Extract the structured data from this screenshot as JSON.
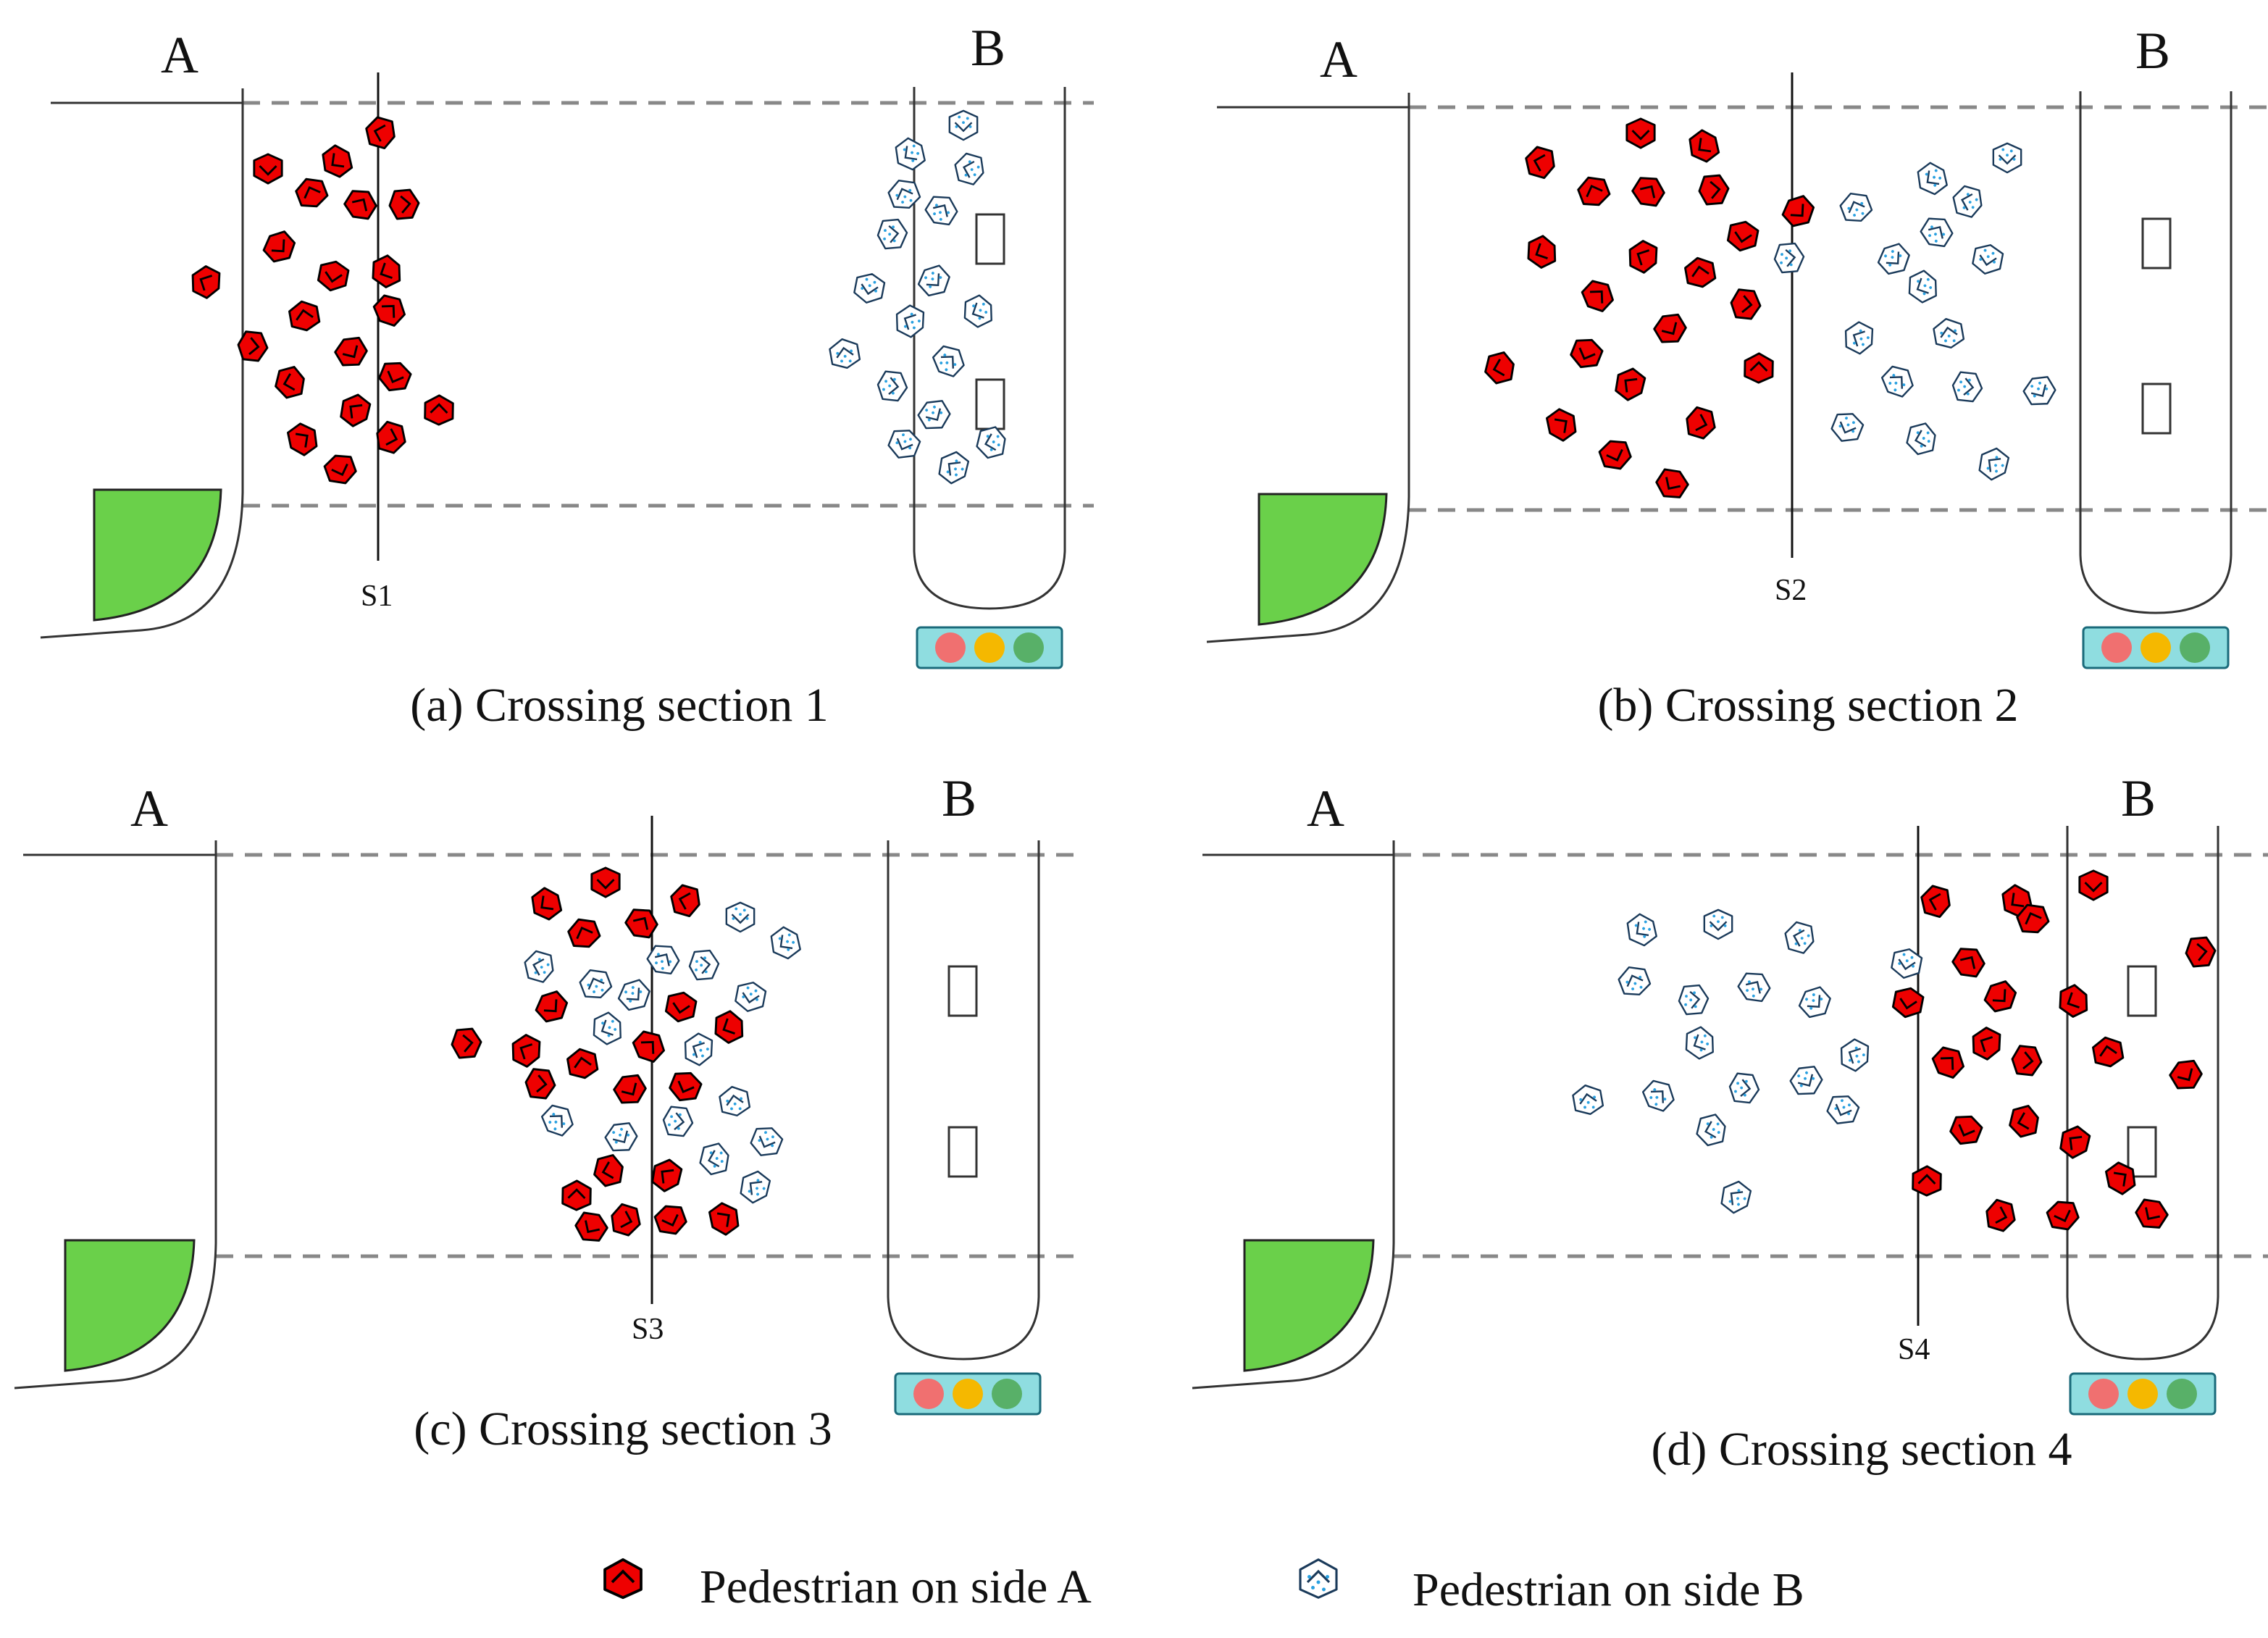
{
  "panels": [
    {
      "side_a": "A",
      "side_b": "B",
      "section": "S1",
      "caption": "(a) Crossing section 1",
      "peds_a": [
        [
          370,
          233
        ],
        [
          465,
          223
        ],
        [
          525,
          183
        ],
        [
          430,
          266
        ],
        [
          498,
          282
        ],
        [
          558,
          282
        ],
        [
          386,
          341
        ],
        [
          460,
          381
        ],
        [
          533,
          375
        ],
        [
          284,
          389
        ],
        [
          420,
          436
        ],
        [
          538,
          428
        ],
        [
          349,
          478
        ],
        [
          485,
          486
        ],
        [
          545,
          520
        ],
        [
          400,
          528
        ],
        [
          490,
          566
        ],
        [
          606,
          566
        ],
        [
          418,
          606
        ],
        [
          540,
          604
        ],
        [
          470,
          648
        ]
      ],
      "peds_b": [
        [
          1330,
          173
        ],
        [
          1256,
          213
        ],
        [
          1338,
          233
        ],
        [
          1248,
          268
        ],
        [
          1300,
          290
        ],
        [
          1232,
          323
        ],
        [
          1290,
          388
        ],
        [
          1200,
          398
        ],
        [
          1350,
          430
        ],
        [
          1256,
          443
        ],
        [
          1166,
          488
        ],
        [
          1310,
          498
        ],
        [
          1232,
          533
        ],
        [
          1290,
          573
        ],
        [
          1248,
          613
        ],
        [
          1368,
          611
        ],
        [
          1316,
          645
        ]
      ]
    },
    {
      "side_a": "A",
      "side_b": "B",
      "section": "S2",
      "caption": "(b) Crossing section 2",
      "peds_a": [
        [
          2265,
          184
        ],
        [
          2352,
          202
        ],
        [
          2126,
          224
        ],
        [
          2200,
          264
        ],
        [
          2276,
          264
        ],
        [
          2366,
          262
        ],
        [
          2483,
          292
        ],
        [
          2406,
          326
        ],
        [
          2128,
          348
        ],
        [
          2268,
          354
        ],
        [
          2347,
          376
        ],
        [
          2206,
          408
        ],
        [
          2410,
          420
        ],
        [
          2306,
          454
        ],
        [
          2190,
          488
        ],
        [
          2070,
          508
        ],
        [
          2250,
          530
        ],
        [
          2428,
          508
        ],
        [
          2156,
          586
        ],
        [
          2348,
          584
        ],
        [
          2230,
          628
        ],
        [
          2308,
          668
        ]
      ],
      "peds_b": [
        [
          2771,
          218
        ],
        [
          2667,
          247
        ],
        [
          2716,
          278
        ],
        [
          2562,
          286
        ],
        [
          2674,
          320
        ],
        [
          2470,
          356
        ],
        [
          2615,
          358
        ],
        [
          2744,
          358
        ],
        [
          2654,
          396
        ],
        [
          2566,
          466
        ],
        [
          2690,
          460
        ],
        [
          2620,
          526
        ],
        [
          2716,
          534
        ],
        [
          2816,
          540
        ],
        [
          2550,
          590
        ],
        [
          2652,
          606
        ],
        [
          2752,
          640
        ]
      ]
    },
    {
      "side_a": "A",
      "side_b": "B",
      "section": "S3",
      "caption": "(c) Crossing section 3",
      "peds_a": [
        [
          836,
          1218
        ],
        [
          754,
          1248
        ],
        [
          946,
          1243
        ],
        [
          806,
          1288
        ],
        [
          886,
          1274
        ],
        [
          644,
          1440
        ],
        [
          762,
          1390
        ],
        [
          940,
          1390
        ],
        [
          1006,
          1418
        ],
        [
          726,
          1450
        ],
        [
          804,
          1468
        ],
        [
          896,
          1444
        ],
        [
          746,
          1496
        ],
        [
          870,
          1504
        ],
        [
          946,
          1500
        ],
        [
          840,
          1616
        ],
        [
          920,
          1622
        ],
        [
          796,
          1650
        ],
        [
          1000,
          1682
        ],
        [
          864,
          1684
        ],
        [
          926,
          1684
        ],
        [
          816,
          1694
        ]
      ],
      "peds_b": [
        [
          1022,
          1266
        ],
        [
          1084,
          1302
        ],
        [
          744,
          1334
        ],
        [
          822,
          1358
        ],
        [
          916,
          1324
        ],
        [
          972,
          1332
        ],
        [
          876,
          1374
        ],
        [
          1036,
          1376
        ],
        [
          838,
          1420
        ],
        [
          964,
          1448
        ],
        [
          1014,
          1520
        ],
        [
          770,
          1546
        ],
        [
          936,
          1548
        ],
        [
          858,
          1570
        ],
        [
          1058,
          1576
        ],
        [
          986,
          1600
        ],
        [
          1042,
          1638
        ]
      ]
    },
    {
      "side_a": "A",
      "side_b": "B",
      "section": "S4",
      "caption": "(d) Crossing section 4",
      "peds_a": [
        [
          2890,
          1222
        ],
        [
          2784,
          1244
        ],
        [
          2672,
          1244
        ],
        [
          2806,
          1268
        ],
        [
          2718,
          1328
        ],
        [
          3038,
          1314
        ],
        [
          2762,
          1376
        ],
        [
          2634,
          1384
        ],
        [
          2862,
          1382
        ],
        [
          2742,
          1440
        ],
        [
          2910,
          1452
        ],
        [
          2690,
          1466
        ],
        [
          2798,
          1464
        ],
        [
          3018,
          1484
        ],
        [
          2714,
          1560
        ],
        [
          2794,
          1548
        ],
        [
          2864,
          1576
        ],
        [
          2660,
          1630
        ],
        [
          2928,
          1626
        ],
        [
          2762,
          1678
        ],
        [
          2848,
          1678
        ],
        [
          2970,
          1676
        ]
      ],
      "peds_b": [
        [
          2372,
          1276
        ],
        [
          2266,
          1284
        ],
        [
          2484,
          1294
        ],
        [
          2256,
          1354
        ],
        [
          2422,
          1362
        ],
        [
          2338,
          1380
        ],
        [
          2506,
          1384
        ],
        [
          2632,
          1330
        ],
        [
          2346,
          1440
        ],
        [
          2560,
          1456
        ],
        [
          2192,
          1518
        ],
        [
          2290,
          1512
        ],
        [
          2408,
          1502
        ],
        [
          2494,
          1492
        ],
        [
          2544,
          1532
        ],
        [
          2362,
          1560
        ],
        [
          2396,
          1652
        ]
      ]
    }
  ],
  "legend": {
    "side_a_label": "Pedestrian on side A",
    "side_b_label": "Pedestrian on side B"
  },
  "colors": {
    "ped_a": "#ee0000",
    "ped_b": "#ffffff",
    "ped_b_dots": "#29a0e0",
    "island": "#6ad04a",
    "signal_box": "#8fdde0",
    "signal_red": "#f07070",
    "signal_yellow": "#f5b800",
    "signal_green": "#58b068"
  }
}
